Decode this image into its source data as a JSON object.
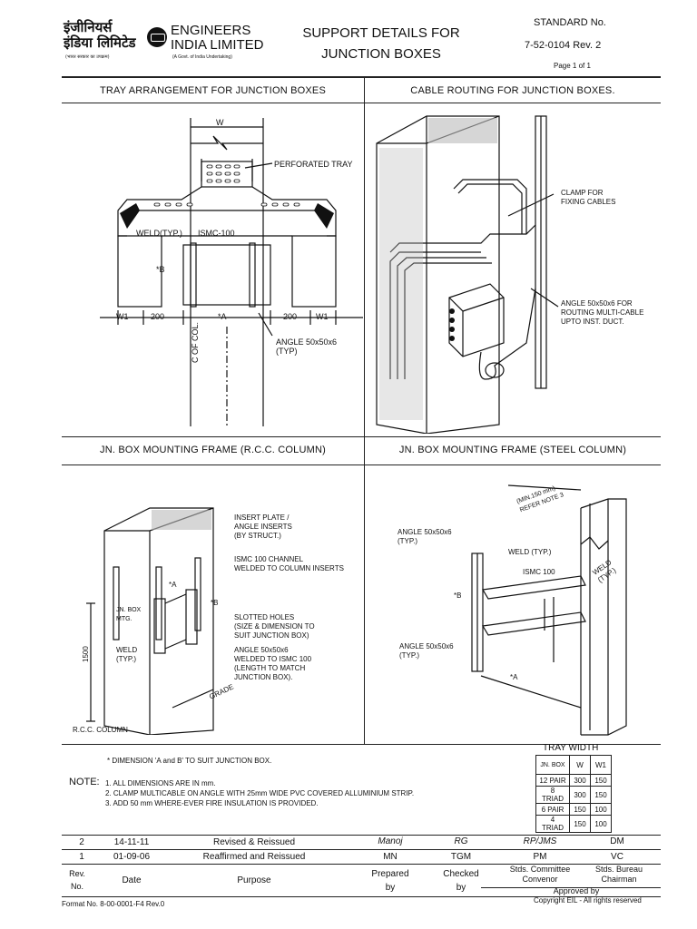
{
  "header": {
    "company_hindi": "इंजीनियर्स\nइंडिया लिमिटेड",
    "hindi_sub": "(भारत सरकार का उपक्रम)",
    "company_en_1": "ENGINEERS",
    "company_en_2": "INDIA LIMITED",
    "company_sub": "(A Govt. of India Undertaking)",
    "title_1": "SUPPORT DETAILS FOR",
    "title_2": "JUNCTION BOXES",
    "standard_label": "STANDARD No.",
    "standard_number": "7-52-0104  Rev. 2",
    "page": "Page 1 of 1"
  },
  "sections": {
    "tray": {
      "title": "TRAY ARRANGEMENT FOR JUNCTION BOXES",
      "labels": {
        "w": "W",
        "perforated": "PERFORATED TRAY",
        "weld": "WELD(TYP.)",
        "ismc": "ISMC-100",
        "b": "*B",
        "w1_left": "W1",
        "d200_left": "200",
        "a": "*A",
        "d200_right": "200",
        "w1_right": "W1",
        "angle": "ANGLE 50x50x6\n(TYP)",
        "col": "C OF COL."
      }
    },
    "routing": {
      "title": "CABLE ROUTING FOR JUNCTION BOXES.",
      "labels": {
        "clamp": "CLAMP FOR\nFIXING CABLES",
        "angle": "ANGLE 50x50x6 FOR\nROUTING MULTI-CABLE\nUPTO INST. DUCT."
      }
    },
    "rcc": {
      "title": "JN. BOX MOUNTING FRAME (R.C.C. COLUMN)",
      "labels": {
        "insert": "INSERT PLATE /\nANGLE INSERTS\n(BY STRUCT.)",
        "ismc": "ISMC 100 CHANNEL\nWELDED TO COLUMN INSERTS",
        "slotted": "SLOTTED HOLES\n(SIZE & DIMENSION TO\nSUIT JUNCTION BOX)",
        "angle": "ANGLE 50x50x6\nWELDED TO ISMC 100\n(LENGTH TO MATCH\nJUNCTION BOX).",
        "jnbox": "JN. BOX\nMTG.",
        "weld": "WELD\n(TYP.)",
        "dim1500": "1500",
        "grade": "GRADE",
        "a": "*A",
        "b": "*B",
        "rcc": "R.C.C. COLUMN"
      }
    },
    "steel": {
      "title": "JN. BOX MOUNTING FRAME (STEEL COLUMN)",
      "labels": {
        "min150": "(MIN.150 mm)\nREFER NOTE 3",
        "angle_top": "ANGLE 50x50x6\n(TYP.)",
        "weld": "WELD (TYP.)",
        "ismc": "ISMC 100",
        "weld_right": "WELD\n(TYP.)",
        "b": "*B",
        "angle_bottom": "ANGLE 50x50x6\n(TYP.)",
        "a": "*A"
      }
    }
  },
  "notes": {
    "dimension_note": "* DIMENSION 'A and B' TO SUIT JUNCTION BOX.",
    "label": "NOTE:",
    "items": [
      "1. ALL DIMENSIONS ARE IN mm.",
      "2. CLAMP MULTICABLE ON ANGLE WITH 25mm WIDE PVC COVERED ALLUMINIUM STRIP.",
      "3. ADD 50 mm WHERE-EVER FIRE INSULATION IS PROVIDED."
    ]
  },
  "tray_width": {
    "title": "TRAY WIDTH",
    "headers": [
      "JN. BOX",
      "W",
      "W1"
    ],
    "rows": [
      [
        "12 PAIR",
        "300",
        "150"
      ],
      [
        "8 TRIAD",
        "300",
        "150"
      ],
      [
        "6 PAIR",
        "150",
        "100"
      ],
      [
        "4 TRIAD",
        "150",
        "100"
      ]
    ]
  },
  "revisions": {
    "rows": [
      {
        "rev": "2",
        "date": "14-11-11",
        "purpose": "Revised & Reissued",
        "prepared": "Manoj",
        "checked": "RG",
        "convenor": "RP/JMS",
        "chairman": "DM"
      },
      {
        "rev": "1",
        "date": "01-09-06",
        "purpose": "Reaffirmed and Reissued",
        "prepared": "MN",
        "checked": "TGM",
        "convenor": "PM",
        "chairman": "VC"
      }
    ],
    "headers": {
      "rev": "Rev.\nNo.",
      "date": "Date",
      "purpose": "Purpose",
      "prepared": "Prepared\nby",
      "checked": "Checked\nby",
      "convenor": "Stds. Committee\nConvenor",
      "chairman": "Stds. Bureau\nChairman",
      "approved": "Approved by"
    }
  },
  "footer": {
    "format": "Format No. 8-00-0001-F4 Rev.0",
    "copyright": "Copyright EIL - All rights reserved"
  }
}
